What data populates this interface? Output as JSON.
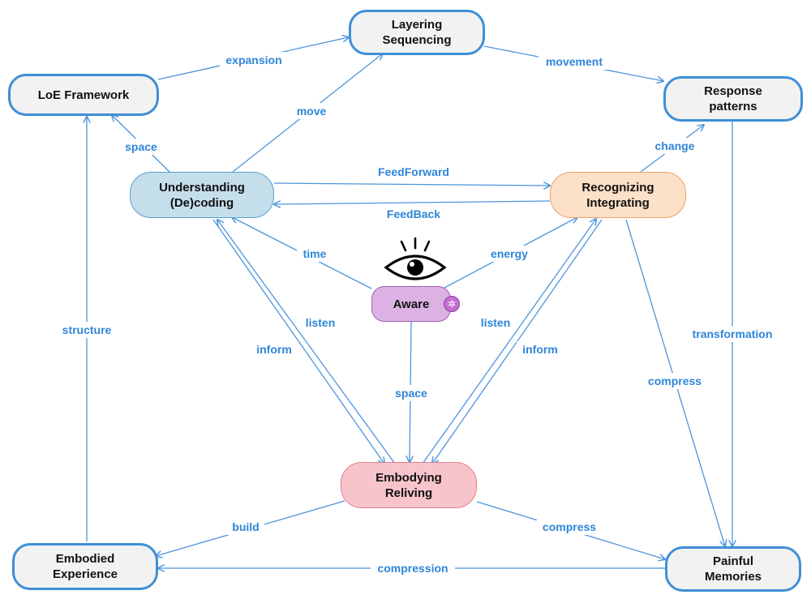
{
  "nodes": {
    "layering": {
      "label": "Layering\nSequencing"
    },
    "loe": {
      "label": "LoE Framework"
    },
    "response": {
      "label": "Response\npatterns"
    },
    "understanding": {
      "label": "Understanding\n(De)coding"
    },
    "recognizing": {
      "label": "Recognizing\nIntegrating"
    },
    "aware": {
      "label": "Aware"
    },
    "embodying": {
      "label": "Embodying\nReliving"
    },
    "embodied": {
      "label": "Embodied\nExperience"
    },
    "painful": {
      "label": "Painful\nMemories"
    }
  },
  "edges": {
    "expansion": "expansion",
    "movement": "movement",
    "move": "move",
    "space_top": "space",
    "change": "change",
    "feedforward": "FeedForward",
    "feedback": "FeedBack",
    "time": "time",
    "energy": "energy",
    "structure": "structure",
    "listen_left": "listen",
    "inform_left": "inform",
    "space_center": "space",
    "listen_right": "listen",
    "inform_right": "inform",
    "transformation": "transformation",
    "compress_right": "compress",
    "build": "build",
    "compress_bottom": "compress",
    "compression": "compression"
  },
  "colors": {
    "edge": "#4c95dc",
    "label": "#2e86d8",
    "node_border": "#3f8fd6"
  },
  "icons": {
    "eye": "eye-icon",
    "badge": "network-badge-icon"
  }
}
